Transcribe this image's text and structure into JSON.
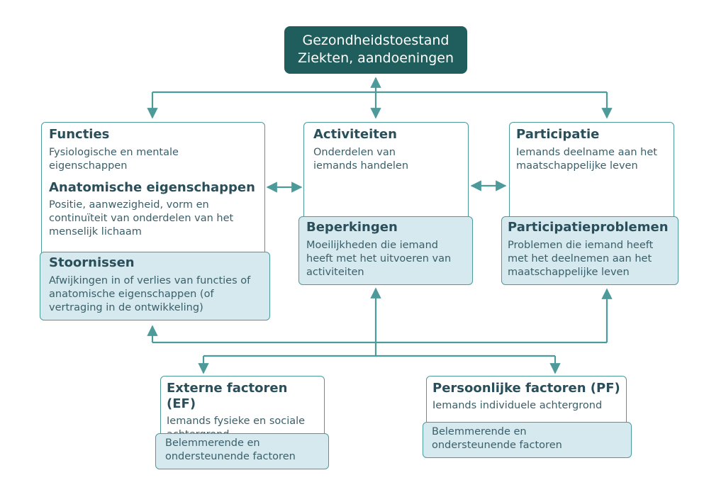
{
  "top": {
    "line1": "Gezondheidstoestand",
    "line2": "Ziekten, aandoeningen"
  },
  "functies": {
    "title": "Functies",
    "text": "Fysiologische en mentale eigenschappen",
    "title2": "Anatomische eigenschappen",
    "text2": "Positie, aanwezigheid, vorm en continuïteit van onderdelen van het menselijk lichaam"
  },
  "stoornissen": {
    "title": "Stoornissen",
    "text": "Afwijkingen in of verlies van functies of anatomische eigenschappen (of vertraging in de ontwikkeling)"
  },
  "activiteiten": {
    "title": "Activiteiten",
    "text": "Onderdelen van iemands handelen"
  },
  "beperkingen": {
    "title": "Beperkingen",
    "text": "Moeilijkheden die iemand heeft met het uitvoeren van activiteiten"
  },
  "participatie": {
    "title": "Participatie",
    "text": "Iemands deelname aan het maatschappelijke leven"
  },
  "participatieproblemen": {
    "title": "Participatieproblemen",
    "text": "Problemen die iemand heeft met het deelnemen aan het maatschappelijke leven"
  },
  "ef": {
    "title": "Externe factoren (EF)",
    "text": "Iemands fysieke en sociale achtergrond",
    "sub": "Belemmerende en ondersteunende factoren"
  },
  "pf": {
    "title": "Persoonlijke factoren (PF)",
    "text": "Iemands individuele achtergrond",
    "sub": "Belemmerende en ondersteunende factoren"
  },
  "colors": {
    "dark_teal": "#1f5e5c",
    "line_teal": "#4d9a9b",
    "light_fill": "#d6e9ef",
    "text": "#2a4f5a"
  }
}
